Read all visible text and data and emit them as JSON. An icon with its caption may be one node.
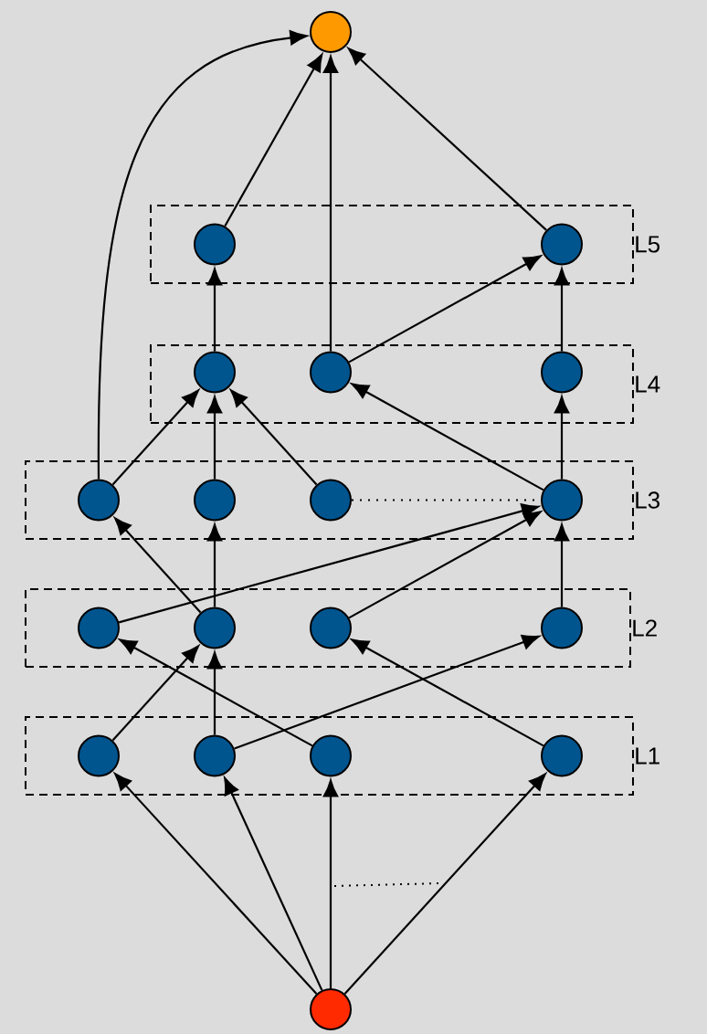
{
  "diagram": {
    "nodes": [
      {
        "text": [],
        "shape": "circle"
      },
      {
        "text": [
          "L5"
        ]
      },
      {
        "text": [],
        "shape": "circle",
        "in": 1
      },
      {
        "text": [],
        "shape": "circle",
        "in": 1
      },
      {
        "text": [
          "L4"
        ]
      },
      {
        "text": [],
        "shape": "circle",
        "in": 4
      },
      {
        "text": [],
        "shape": "circle",
        "in": 4
      },
      {
        "text": [],
        "shape": "circle",
        "in": 4
      },
      {
        "text": [
          "L3"
        ]
      },
      {
        "text": [],
        "shape": "circle",
        "in": 8
      },
      {
        "text": [],
        "shape": "circle",
        "in": 8
      },
      {
        "text": [],
        "shape": "circle",
        "in": 8
      },
      {
        "text": [],
        "shape": "circle",
        "in": 8
      },
      {
        "text": [
          "L2"
        ]
      },
      {
        "text": [],
        "shape": "circle",
        "in": 13
      },
      {
        "text": [],
        "shape": "circle",
        "in": 13
      },
      {
        "text": [],
        "shape": "circle",
        "in": 13
      },
      {
        "text": [],
        "shape": "circle",
        "in": 13
      },
      {
        "text": [
          "L1"
        ]
      },
      {
        "text": [],
        "shape": "circle",
        "in": 18
      },
      {
        "text": [],
        "shape": "circle",
        "in": 18
      },
      {
        "text": [],
        "shape": "circle",
        "in": 18
      },
      {
        "text": [],
        "shape": "circle",
        "in": 18
      },
      {
        "text": [],
        "shape": "circle"
      }
    ],
    "edges": [
      {
        "from": 23,
        "to": 19,
        "arrow": "to"
      },
      {
        "from": 23,
        "to": 20,
        "arrow": "to"
      },
      {
        "from": 23,
        "to": 21,
        "arrow": "to"
      },
      {
        "from": 23,
        "to": 22,
        "arrow": "to"
      },
      {
        "from": 19,
        "to": 15,
        "arrow": "to"
      },
      {
        "from": 20,
        "to": 15,
        "arrow": "to"
      },
      {
        "from": 20,
        "to": 17,
        "arrow": "to"
      },
      {
        "from": 21,
        "to": 14,
        "arrow": "to"
      },
      {
        "from": 22,
        "to": 16,
        "arrow": "to"
      },
      {
        "from": 14,
        "to": 12,
        "arrow": "to"
      },
      {
        "from": 15,
        "to": 9,
        "arrow": "to"
      },
      {
        "from": 15,
        "to": 10,
        "arrow": "to"
      },
      {
        "from": 16,
        "to": 12,
        "arrow": "to"
      },
      {
        "from": 17,
        "to": 12,
        "arrow": "to"
      },
      {
        "from": 11,
        "to": 12,
        "arrow": "none",
        "style": "dashed"
      },
      {
        "from": 9,
        "to": 5,
        "arrow": "to"
      },
      {
        "from": 10,
        "to": 5,
        "arrow": "to"
      },
      {
        "from": 11,
        "to": 5,
        "arrow": "to"
      },
      {
        "from": 12,
        "to": 6,
        "arrow": "to"
      },
      {
        "from": 12,
        "to": 7,
        "arrow": "to"
      },
      {
        "from": 9,
        "to": 0,
        "arrow": "to"
      },
      {
        "from": 5,
        "to": 2,
        "arrow": "to"
      },
      {
        "from": 6,
        "to": 3,
        "arrow": "to"
      },
      {
        "from": 6,
        "to": 0,
        "arrow": "to"
      },
      {
        "from": 7,
        "to": 3,
        "arrow": "to"
      },
      {
        "from": 2,
        "to": 0,
        "arrow": "to"
      },
      {
        "from": 3,
        "to": 0,
        "arrow": "to"
      }
    ]
  }
}
